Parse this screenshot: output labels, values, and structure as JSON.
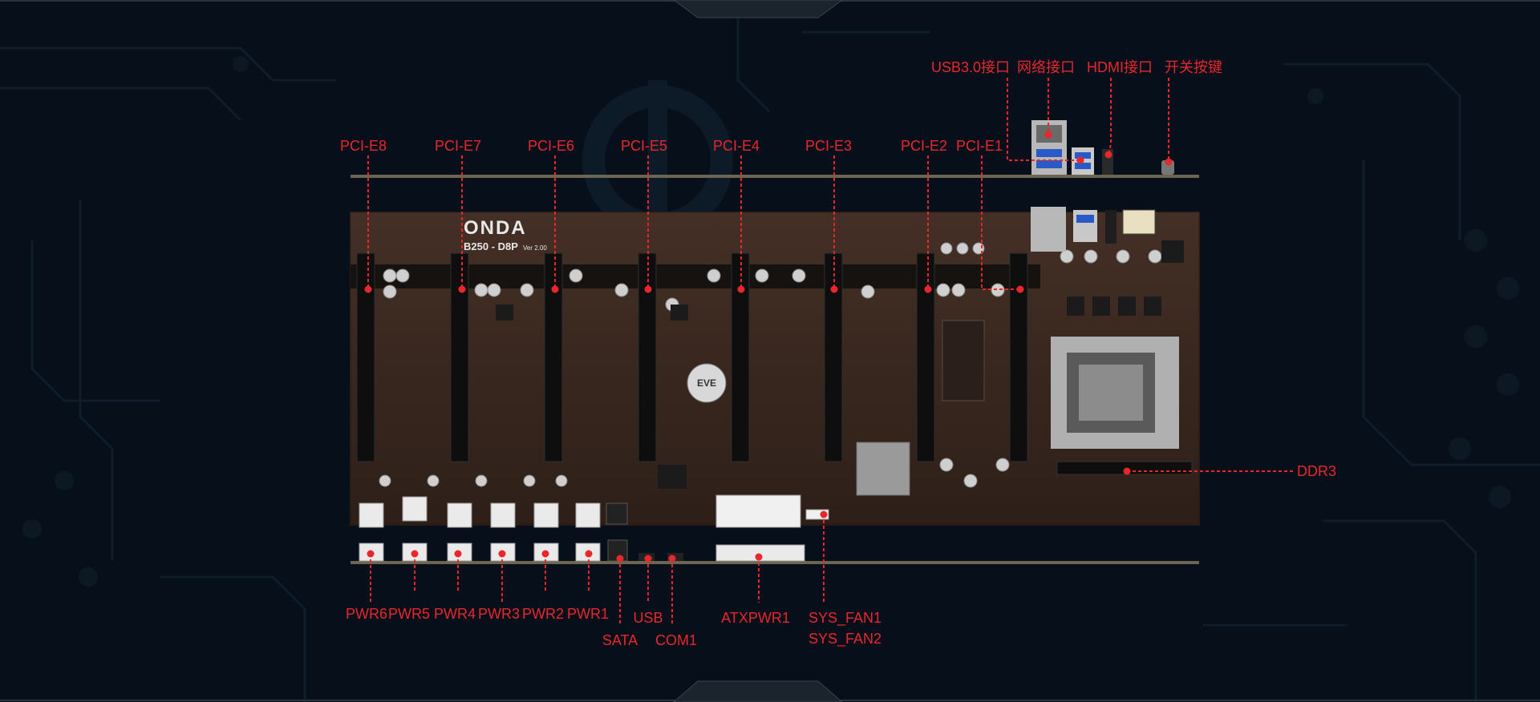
{
  "brand": {
    "logo": "ONDA",
    "model": "B250 - D8P",
    "version": "Ver 2.00",
    "battery_label": "EVE"
  },
  "labels": {
    "usb3": "USB3.0接口",
    "network": "网络接口",
    "hdmi": "HDMI接口",
    "power_switch": "开关按键",
    "pcie8": "PCI-E8",
    "pcie7": "PCI-E7",
    "pcie6": "PCI-E6",
    "pcie5": "PCI-E5",
    "pcie4": "PCI-E4",
    "pcie3": "PCI-E3",
    "pcie2": "PCI-E2",
    "pcie1": "PCI-E1",
    "ddr3": "DDR3",
    "pwr6": "PWR6",
    "pwr5": "PWR5",
    "pwr4": "PWR4",
    "pwr3": "PWR3",
    "pwr2": "PWR2",
    "pwr1": "PWR1",
    "sata": "SATA",
    "usb": "USB",
    "com1": "COM1",
    "atxpwr1": "ATXPWR1",
    "sys_fan1": "SYS_FAN1",
    "sys_fan2": "SYS_FAN2"
  },
  "colors": {
    "background": "#07101a",
    "board": "#3b2a22",
    "accent": "#e8272d",
    "trace": "#0f1d2a"
  }
}
